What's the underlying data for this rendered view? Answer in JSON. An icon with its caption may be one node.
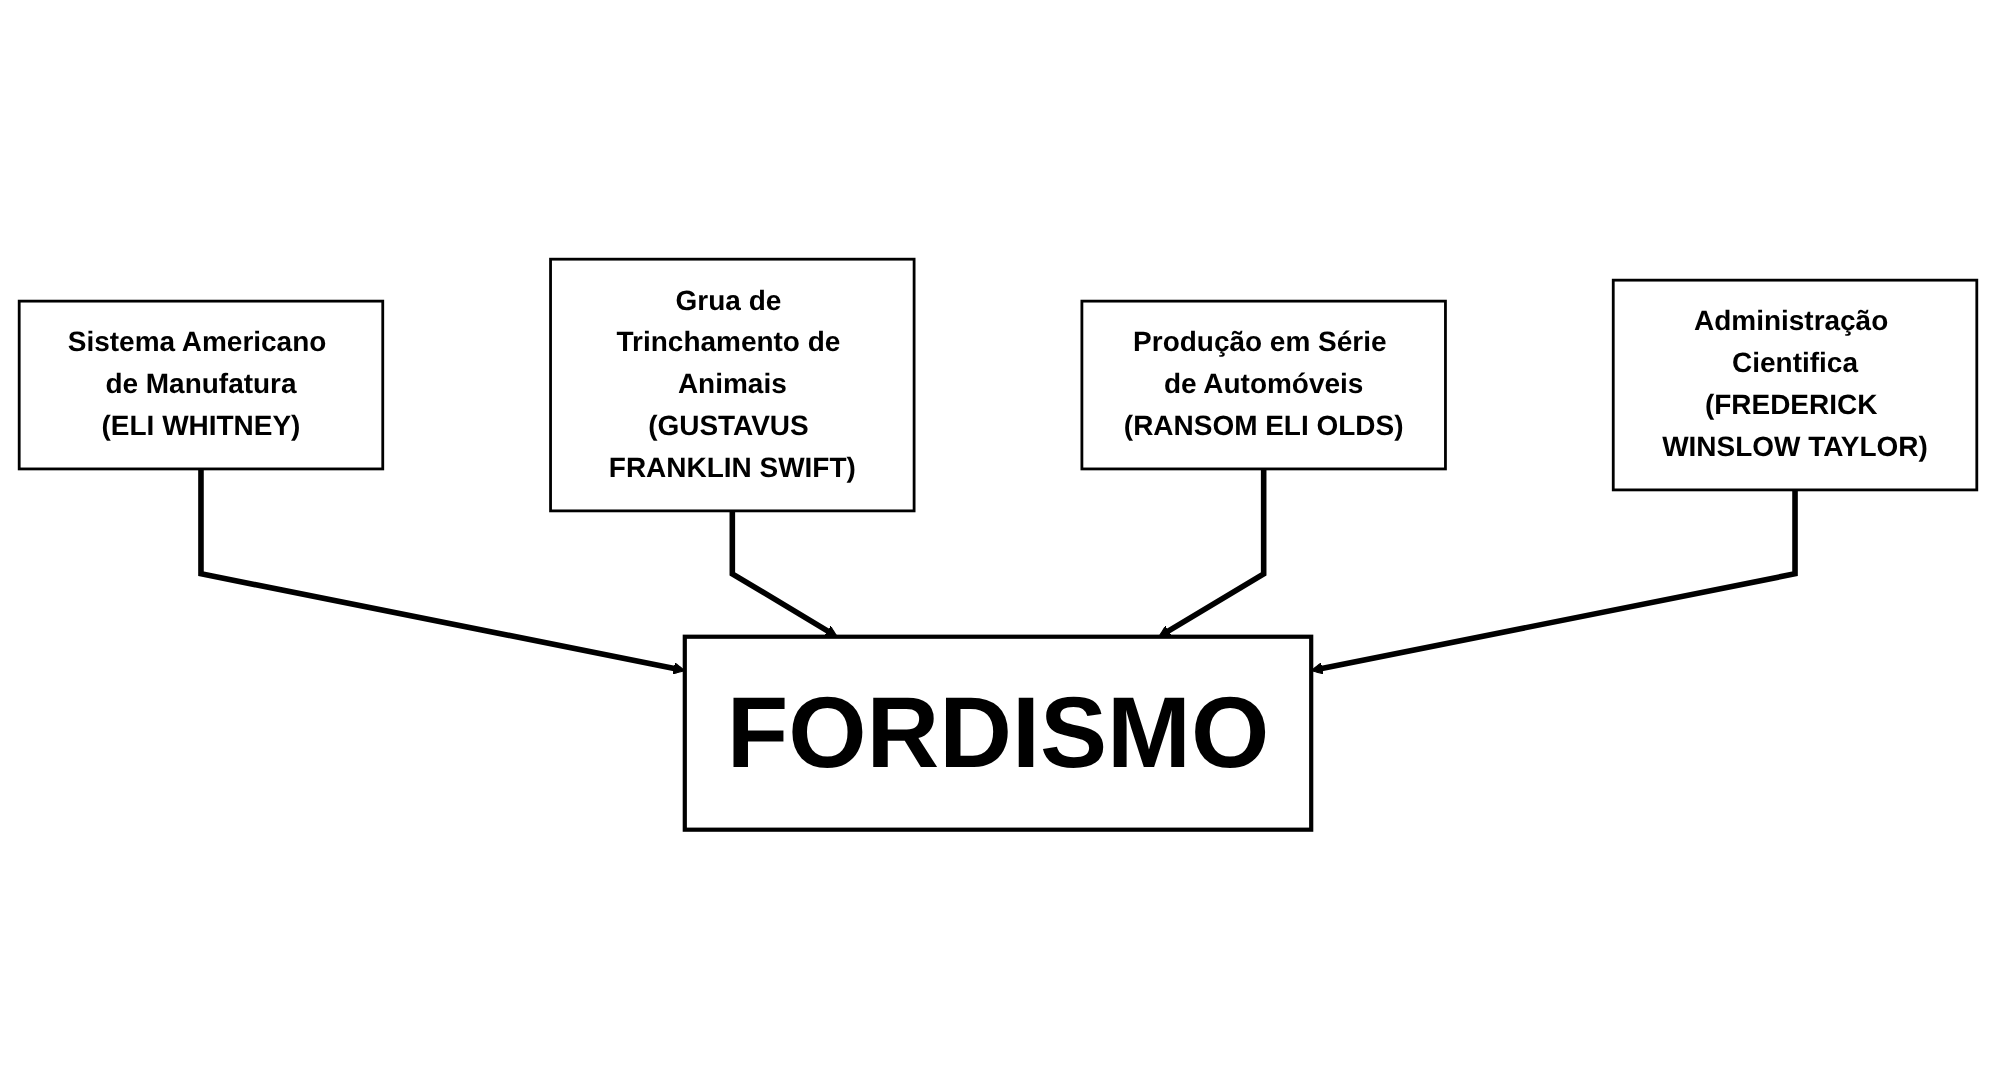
{
  "diagram": {
    "nodes": [
      {
        "text": [
          "Sistema Americano de Manufatura",
          "(ELI WHITNEY)"
        ]
      },
      {
        "text": [
          "Grua de Trinchamento de Animais",
          "(GUSTAVUS FRANKLIN SWIFT)"
        ]
      },
      {
        "text": [
          "FORDISMO"
        ]
      },
      {
        "text": [
          "Produção em Série de Automóveis",
          "(RANSOM ELI OLDS)"
        ]
      },
      {
        "text": [
          "Administração Cientifica",
          "(FREDERICK WINSLOW TAYLOR)"
        ]
      }
    ],
    "edges": [
      {
        "from": 0,
        "to": 2,
        "arrow": "to"
      },
      {
        "from": 1,
        "to": 2,
        "arrow": "to"
      },
      {
        "from": 3,
        "to": 2,
        "arrow": "to"
      },
      {
        "from": 4,
        "to": 2,
        "arrow": "to"
      }
    ]
  }
}
